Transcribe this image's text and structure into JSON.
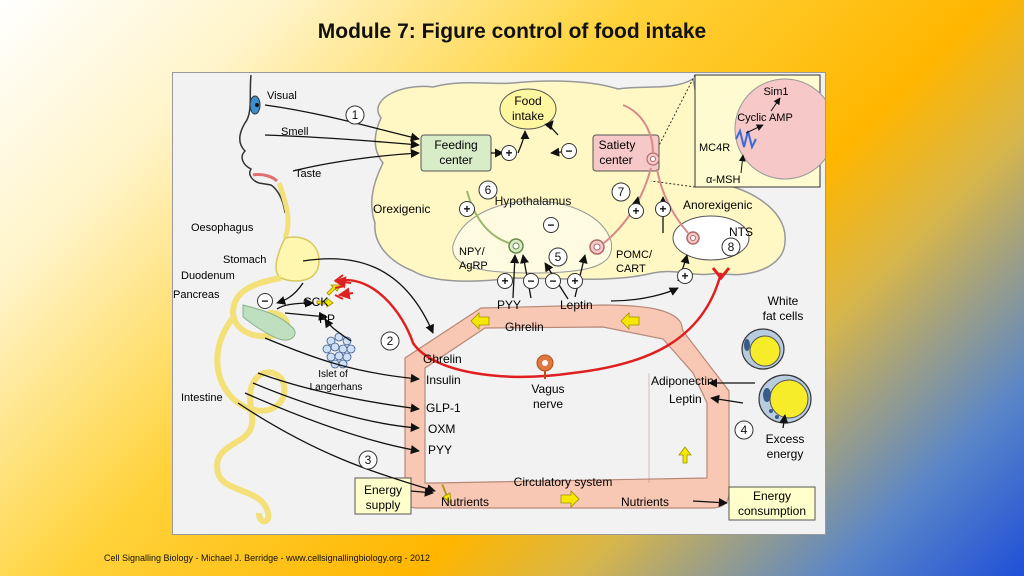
{
  "slide": {
    "title": "Module 7:  Figure control of food intake",
    "footer": "Cell Signalling Biology - Michael J. Berridge - www.cellsignallingbiology.org - 2012"
  },
  "figure": {
    "senses": {
      "visual": "Visual",
      "smell": "Smell",
      "taste": "Taste"
    },
    "organs": {
      "oesophagus": "Oesophagus",
      "stomach": "Stomach",
      "duodenum": "Duodenum",
      "pancreas": "Pancreas",
      "intestine": "Intestine",
      "islet_line1": "Islet of",
      "islet_line2": "Langerhans"
    },
    "brain": {
      "food_intake_line1": "Food",
      "food_intake_line2": "intake",
      "feeding_center_line1": "Feeding",
      "feeding_center_line2": "center",
      "satiety_center_line1": "Satiety",
      "satiety_center_line2": "center",
      "hypothalamus": "Hypothalamus",
      "orexigenic": "Orexigenic",
      "anorexigenic": "Anorexigenic",
      "npy_line1": "NPY/",
      "npy_line2": "AgRP",
      "pomc_line1": "POMC/",
      "pomc_line2": "CART",
      "nts": "NTS"
    },
    "inset": {
      "sim1": "Sim1",
      "cyclic_amp": "Cyclic AMP",
      "mc4r": "MC4R",
      "msh": "α-MSH"
    },
    "hormones": {
      "cck": "CCK",
      "pp": "PP",
      "pyy_top": "PYY",
      "leptin_top": "Leptin",
      "ghrelin_top": "Ghrelin",
      "ghrelin_left": "Ghrelin",
      "insulin": "Insulin",
      "glp1": "GLP-1",
      "oxm": "OXM",
      "pyy_left": "PYY",
      "adiponectin": "Adiponectin",
      "leptin_right": "Leptin"
    },
    "circulation": {
      "vagus_line1": "Vagus",
      "vagus_line2": "nerve",
      "circulatory_system": "Circulatory system",
      "nutrients_1": "Nutrients",
      "nutrients_2": "Nutrients",
      "energy_supply_line1": "Energy",
      "energy_supply_line2": "supply",
      "energy_consumption_line1": "Energy",
      "energy_consumption_line2": "consumption",
      "excess_energy_line1": "Excess",
      "excess_energy_line2": "energy",
      "white_fat_line1": "White",
      "white_fat_line2": "fat cells"
    },
    "steps": [
      "1",
      "2",
      "3",
      "4",
      "5",
      "6",
      "7",
      "8"
    ],
    "signs": {
      "plus": "+",
      "minus": "−"
    },
    "colors": {
      "brain_fill": "#fff8c4",
      "feeding_box": "#d8ecc8",
      "satiety_box": "#f6c8c8",
      "circulation_fill": "#f8c8b4",
      "vagus_nerve": "#e02020",
      "energy_box": "#ffffcc",
      "inset_fill": "#fffbd0",
      "yellow_arrow": "#f6e800"
    }
  }
}
